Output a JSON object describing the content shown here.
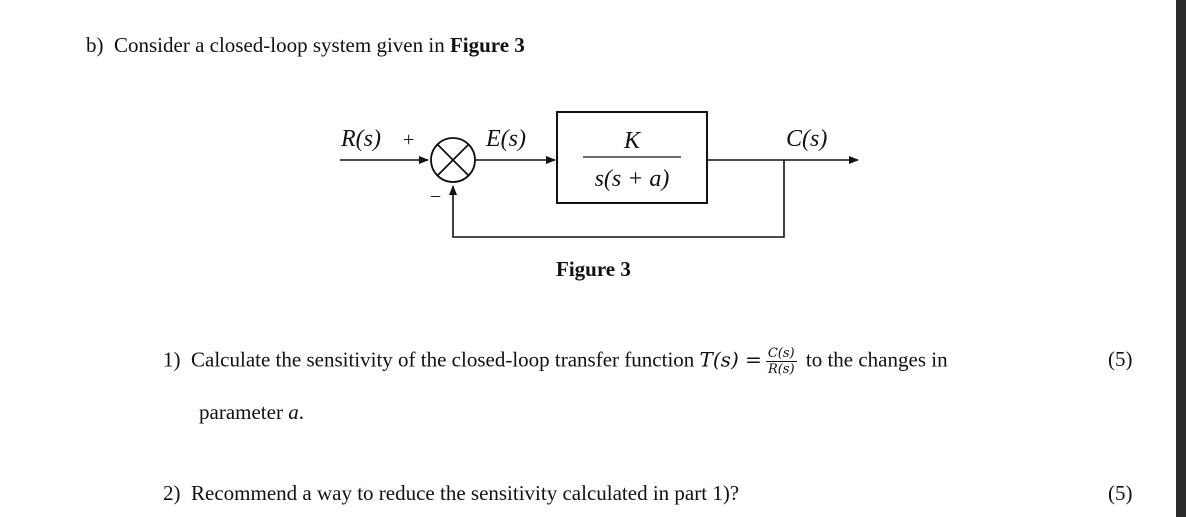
{
  "question_b": {
    "label": "b)",
    "text": "Consider a closed-loop system given in ",
    "figure_ref": "Figure 3"
  },
  "diagram": {
    "input_label": "R(s)",
    "plus_sign": "+",
    "minus_sign": "−",
    "error_label": "E(s)",
    "block_numerator": "K",
    "block_denominator": "s(s + a)",
    "output_label": "C(s)",
    "caption": "Figure 3"
  },
  "part1": {
    "number": "1)",
    "text_before": "Calculate the sensitivity of the closed-loop transfer function ",
    "tf_symbol": "T(s) =",
    "frac_num": "C(s)",
    "frac_den": "R(s)",
    "text_after": " to the changes in",
    "marks": "(5)",
    "line2_prefix": "parameter ",
    "line2_var": "a",
    "line2_suffix": "."
  },
  "part2": {
    "number": "2)",
    "text": "Recommend a way to reduce the sensitivity calculated in part 1)?",
    "marks": "(5)"
  }
}
